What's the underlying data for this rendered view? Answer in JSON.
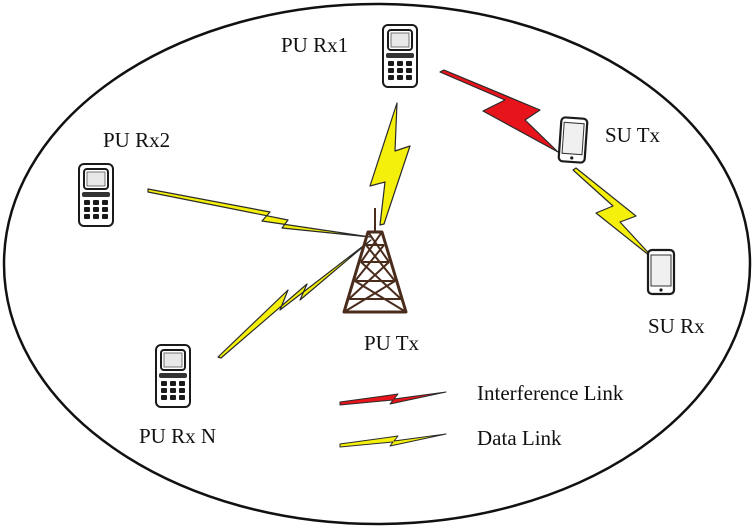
{
  "labels": {
    "pu_rx1": "PU Rx1",
    "pu_rx2": "PU Rx2",
    "su_tx": "SU Tx",
    "su_rx": "SU Rx",
    "pu_tx": "PU Tx",
    "pu_rxn": "PU Rx N"
  },
  "legend": {
    "interference": "Interference Link",
    "data": "Data Link"
  },
  "colors": {
    "interference": "#e8141b",
    "data": "#f4f00c",
    "outline": "#1a1a1a",
    "tower": "#4a2c1d"
  }
}
